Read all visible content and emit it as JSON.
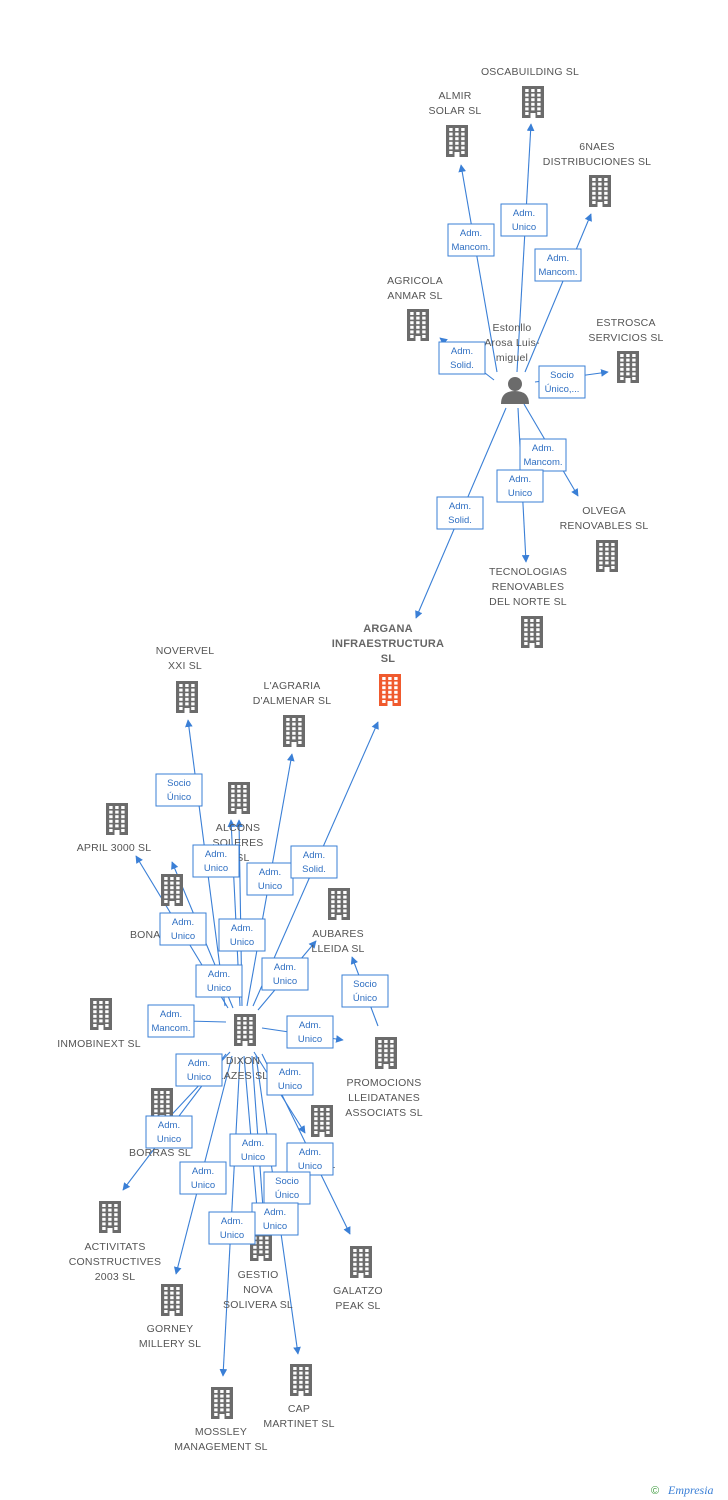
{
  "colors": {
    "company": "#6b6b6b",
    "main_company": "#f05a2e",
    "person": "#6b6b6b",
    "edge": "#3a7fd6",
    "label": "#555555"
  },
  "person": {
    "id": "p1",
    "lines": [
      "Estonllo",
      "Arosa Luis-",
      "miguel"
    ],
    "icon": "person-icon"
  },
  "nodes": [
    {
      "id": "argana",
      "lines": [
        "ARGANA",
        "INFRAESTRUCTURA",
        "SL"
      ],
      "main": true
    },
    {
      "id": "oscabuilding",
      "lines": [
        "OSCABUILDING SL"
      ]
    },
    {
      "id": "almir",
      "lines": [
        "ALMIR",
        "SOLAR SL"
      ]
    },
    {
      "id": "6naes",
      "lines": [
        "6NAES",
        "DISTRIBUCIONES SL"
      ]
    },
    {
      "id": "agricola",
      "lines": [
        "AGRICOLA",
        "ANMAR SL"
      ]
    },
    {
      "id": "estrosca",
      "lines": [
        "ESTROSCA",
        "SERVICIOS SL"
      ]
    },
    {
      "id": "olvega",
      "lines": [
        "OLVEGA",
        "RENOVABLES SL"
      ]
    },
    {
      "id": "tecnologias",
      "lines": [
        "TECNOLOGIAS",
        "RENOVABLES",
        "DEL NORTE SL"
      ]
    },
    {
      "id": "novervel",
      "lines": [
        "NOVERVEL",
        "XXI SL"
      ]
    },
    {
      "id": "lagraria",
      "lines": [
        "L'AGRARIA",
        "D'ALMENAR SL"
      ]
    },
    {
      "id": "alcons",
      "lines": [
        "ALCONS",
        "SOLERES",
        "A SL"
      ]
    },
    {
      "id": "april",
      "lines": [
        "APRIL 3000 SL"
      ]
    },
    {
      "id": "sabonanova",
      "lines": [
        "SA",
        "BONANOVA SL"
      ]
    },
    {
      "id": "aubares",
      "lines": [
        "AUBARES",
        "LLEIDA SL"
      ]
    },
    {
      "id": "inmobinext",
      "lines": [
        "INMOBINEXT  SL"
      ]
    },
    {
      "id": "dixon",
      "lines": [
        "DIXON",
        "LAZES SL"
      ]
    },
    {
      "id": "promocions",
      "lines": [
        "PROMOCIONS",
        "LLEIDATANES",
        "ASSOCIATS SL"
      ]
    },
    {
      "id": "borras",
      "lines": [
        "BORRAS SL"
      ]
    },
    {
      "id": "eara",
      "lines": [
        "E",
        "RA SL"
      ]
    },
    {
      "id": "activitats",
      "lines": [
        "ACTIVITATS",
        "CONSTRUCTIVES",
        "2003 SL"
      ]
    },
    {
      "id": "gestio",
      "lines": [
        "GESTIO",
        "NOVA",
        "SOLIVERA SL"
      ]
    },
    {
      "id": "galatzo",
      "lines": [
        "GALATZO",
        "PEAK SL"
      ]
    },
    {
      "id": "gorney",
      "lines": [
        "GORNEY",
        "MILLERY SL"
      ]
    },
    {
      "id": "cap",
      "lines": [
        "CAP",
        "MARTINET SL"
      ]
    },
    {
      "id": "mossley",
      "lines": [
        "MOSSLEY",
        "MANAGEMENT SL"
      ]
    }
  ],
  "relations": [
    {
      "from": "p1",
      "to": "almir",
      "lines": [
        "Adm.",
        "Mancom."
      ]
    },
    {
      "from": "p1",
      "to": "oscabuilding",
      "lines": [
        "Adm.",
        "Unico"
      ]
    },
    {
      "from": "p1",
      "to": "6naes",
      "lines": [
        "Adm.",
        "Mancom."
      ]
    },
    {
      "from": "p1",
      "to": "agricola",
      "lines": [
        "Adm.",
        "Solid."
      ]
    },
    {
      "from": "p1",
      "to": "estrosca",
      "lines": [
        "Socio",
        "Único,..."
      ]
    },
    {
      "from": "p1",
      "to": "olvega",
      "lines": [
        "Adm.",
        "Mancom."
      ]
    },
    {
      "from": "p1",
      "to": "tecnologias",
      "lines": [
        "Adm.",
        "Unico"
      ]
    },
    {
      "from": "p1",
      "to": "argana",
      "lines": [
        "Adm.",
        "Solid."
      ]
    },
    {
      "from": "dixon",
      "to": "novervel",
      "lines": [
        "Socio",
        "Único"
      ]
    },
    {
      "from": "dixon",
      "to": "lagraria",
      "lines": [
        "Adm.",
        "Unico"
      ]
    },
    {
      "from": "dixon",
      "to": "alcons",
      "lines": [
        "Adm.",
        "Unico"
      ]
    },
    {
      "from": "dixon",
      "to": "argana",
      "lines": [
        "Adm.",
        "Solid."
      ]
    },
    {
      "from": "dixon",
      "to": "april",
      "lines": [
        "Adm.",
        "Unico"
      ]
    },
    {
      "from": "dixon",
      "to": "sabonanova",
      "lines": [
        "Adm.",
        "Unico"
      ]
    },
    {
      "from": "dixon",
      "to": "alcons",
      "lines": [
        "Adm.",
        "Unico"
      ]
    },
    {
      "from": "dixon",
      "to": "aubares",
      "lines": [
        "Adm.",
        "Unico"
      ]
    },
    {
      "from": "dixon",
      "to": "inmobinext",
      "lines": [
        "Adm.",
        "Mancom."
      ]
    },
    {
      "from": "dixon",
      "to": "promocions",
      "lines": [
        "Adm.",
        "Unico"
      ]
    },
    {
      "from": "promocions",
      "to": "aubares",
      "lines": [
        "Socio",
        "Único"
      ]
    },
    {
      "from": "dixon",
      "to": "borras",
      "lines": [
        "Adm.",
        "Unico"
      ]
    },
    {
      "from": "dixon",
      "to": "activitats",
      "lines": [
        "Adm.",
        "Unico"
      ]
    },
    {
      "from": "dixon",
      "to": "eara",
      "lines": [
        "Adm.",
        "Unico"
      ]
    },
    {
      "from": "dixon",
      "to": "galatzo",
      "lines": [
        "Adm.",
        "Unico"
      ]
    },
    {
      "from": "dixon",
      "to": "gorney",
      "lines": [
        "Adm.",
        "Unico"
      ]
    },
    {
      "from": "dixon",
      "to": "gestio",
      "lines": [
        "Adm.",
        "Unico"
      ]
    },
    {
      "from": "dixon",
      "to": "gestio",
      "lines": [
        "Socio",
        "Único"
      ]
    },
    {
      "from": "dixon",
      "to": "cap",
      "lines": [
        "Adm.",
        "Unico"
      ]
    },
    {
      "from": "dixon",
      "to": "mossley",
      "lines": [
        "Adm.",
        "Unico"
      ]
    }
  ],
  "footer": {
    "copyright": "©",
    "brand": "Empresia"
  }
}
